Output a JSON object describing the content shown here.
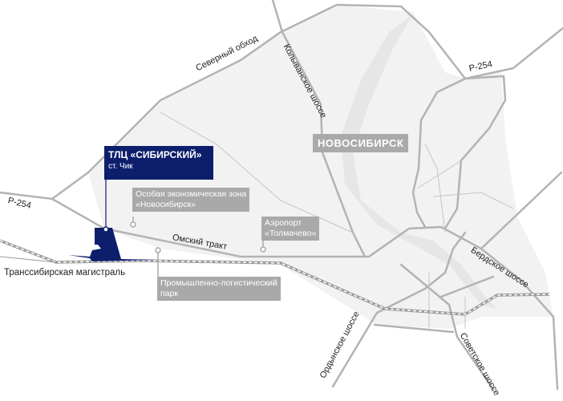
{
  "site": {
    "title": "ТЛЦ «СИБИРСКИЙ»",
    "subtitle": "ст. Чик"
  },
  "city": "НОВОСИБИРСК",
  "points": [
    {
      "line1": "Особая экономическая зона",
      "line2": "«Новосибирск»"
    },
    {
      "line1": "Аэропорт",
      "line2": "«Толмачево»"
    },
    {
      "line1": "Промышленно-логистический",
      "line2": "парк"
    }
  ],
  "roads": {
    "severny": "Северный обход",
    "kolyvan": "Колыванское шоссе",
    "r254_left": "Р-254",
    "r254_right": "Р-254",
    "omsk": "Омский тракт",
    "transsib": "Транссибирская магистраль",
    "berdsk": "Бердское шоссе",
    "ordyn": "Ордынское шоссе",
    "sovet": "Советское шоссе"
  },
  "colors": {
    "accent": "#0d1f6c",
    "road": "#b3b3b3",
    "area": "#f1f1f1",
    "label_bg": "#a9a9a9"
  }
}
